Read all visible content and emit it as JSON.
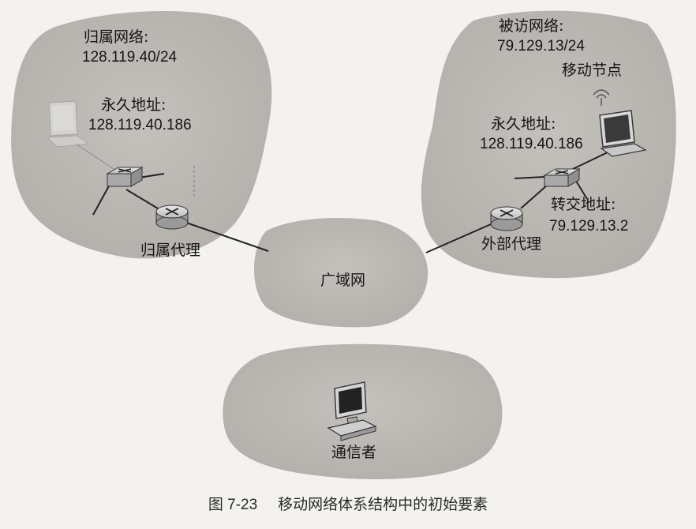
{
  "home_network": {
    "title": "归属网络:",
    "subnet": "128.119.40/24",
    "permanent_label": "永久地址:",
    "permanent_addr": "128.119.40.186",
    "agent_label": "归属代理"
  },
  "visited_network": {
    "title": "被访网络:",
    "subnet": "79.129.13/24",
    "mobile_node_label": "移动节点",
    "permanent_label": "永久地址:",
    "permanent_addr": "128.119.40.186",
    "coa_label": "转交地址:",
    "coa_addr": "79.129.13.2",
    "agent_label": "外部代理"
  },
  "wan": {
    "label": "广域网"
  },
  "correspondent": {
    "label": "通信者"
  },
  "caption": {
    "number": "图 7-23",
    "text": "移动网络体系结构中的初始要素"
  },
  "icons": [
    "laptop-icon",
    "switch-icon",
    "router-icon",
    "desktop-computer-icon",
    "wireless-signal-icon"
  ],
  "colors": {
    "cloud": "#b9b6b1",
    "background": "#f4f2ee",
    "link": "#222222"
  }
}
